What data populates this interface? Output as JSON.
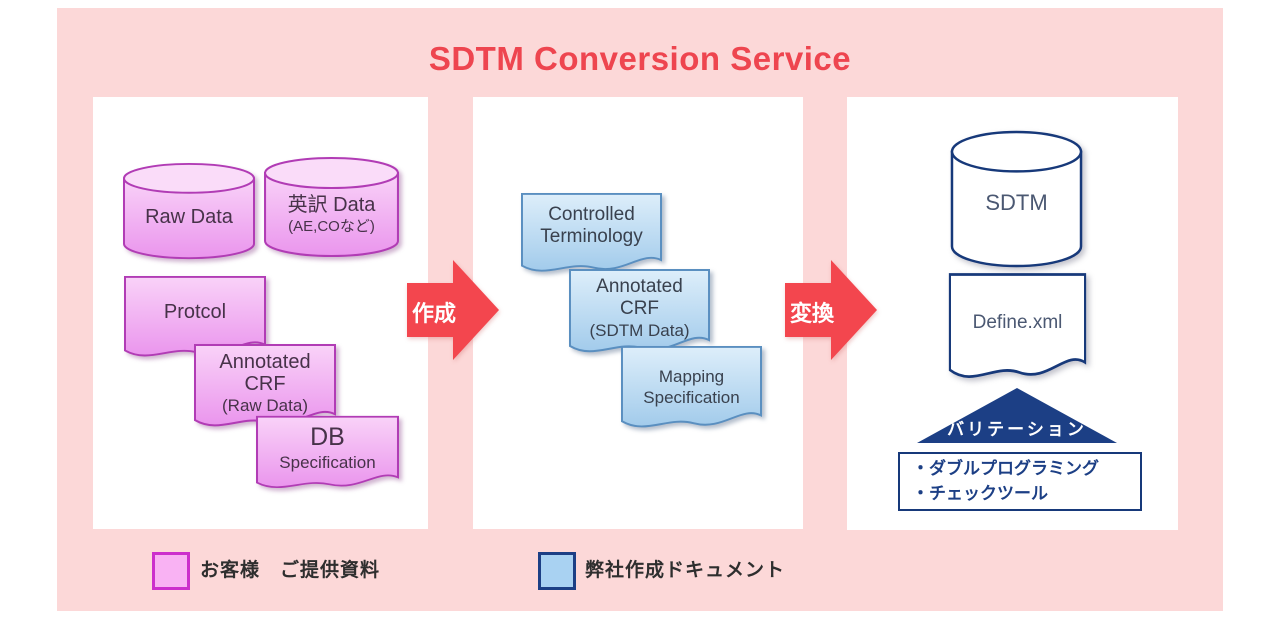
{
  "title": "SDTM Conversion Service",
  "left_panel": {
    "cylinder1": {
      "label": "Raw Data"
    },
    "cylinder2": {
      "label": "英訳 Data",
      "sublabel": "(AE,COなど)"
    },
    "doc1": {
      "line1": "Protcol"
    },
    "doc2": {
      "line1": "Annotated",
      "line2": "CRF",
      "line3": "(Raw Data)"
    },
    "doc3": {
      "line1": "DB",
      "line2": "Specification"
    }
  },
  "middle_panel": {
    "doc1": {
      "line1": "Controlled",
      "line2": "Terminology"
    },
    "doc2": {
      "line1": "Annotated",
      "line2": "CRF",
      "line3": "(SDTM Data)"
    },
    "doc3": {
      "line1": "Mapping",
      "line2": "Specification"
    }
  },
  "right_panel": {
    "cylinder": {
      "label": "SDTM"
    },
    "doc": {
      "label": "Define.xml"
    },
    "triangle": {
      "label": "バリテーション"
    },
    "box": {
      "line1": "・ダブルプログラミング",
      "line2": "・チェックツール"
    }
  },
  "arrows": {
    "create": "作成",
    "convert": "変換"
  },
  "legend": {
    "customer": {
      "label": "お客様　ご提供資料"
    },
    "company": {
      "label": "弊社作成ドキュメント"
    }
  },
  "colors": {
    "background_pink": "#fcd8d8",
    "title_red": "#ee454f",
    "arrow_red": "#f3464e",
    "pink_fill": "#f3aaf2",
    "pink_border": "#b13cb5",
    "blue_fill": "#aed3ef",
    "blue_border": "#5a8fc0",
    "navy": "#17397a"
  }
}
